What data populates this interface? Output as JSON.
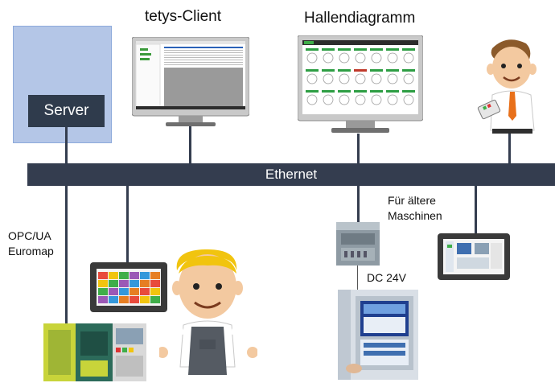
{
  "server": {
    "label": "Server"
  },
  "bus": {
    "label": "Ethernet"
  },
  "client": {
    "title": "tetys-Client"
  },
  "hall": {
    "title": "Hallendiagramm"
  },
  "opc": {
    "line1": "OPC/UA",
    "line2": "Euromap"
  },
  "older": {
    "line1": "Für ältere",
    "line2": "Maschinen"
  },
  "power": {
    "label": "DC 24V"
  },
  "colors": {
    "server_bg": "#b4c6e7",
    "server_inner": "#2f3b4c",
    "bus": "#343d4f",
    "gauge_green": "#2e9e44",
    "gauge_red": "#c0392b"
  }
}
